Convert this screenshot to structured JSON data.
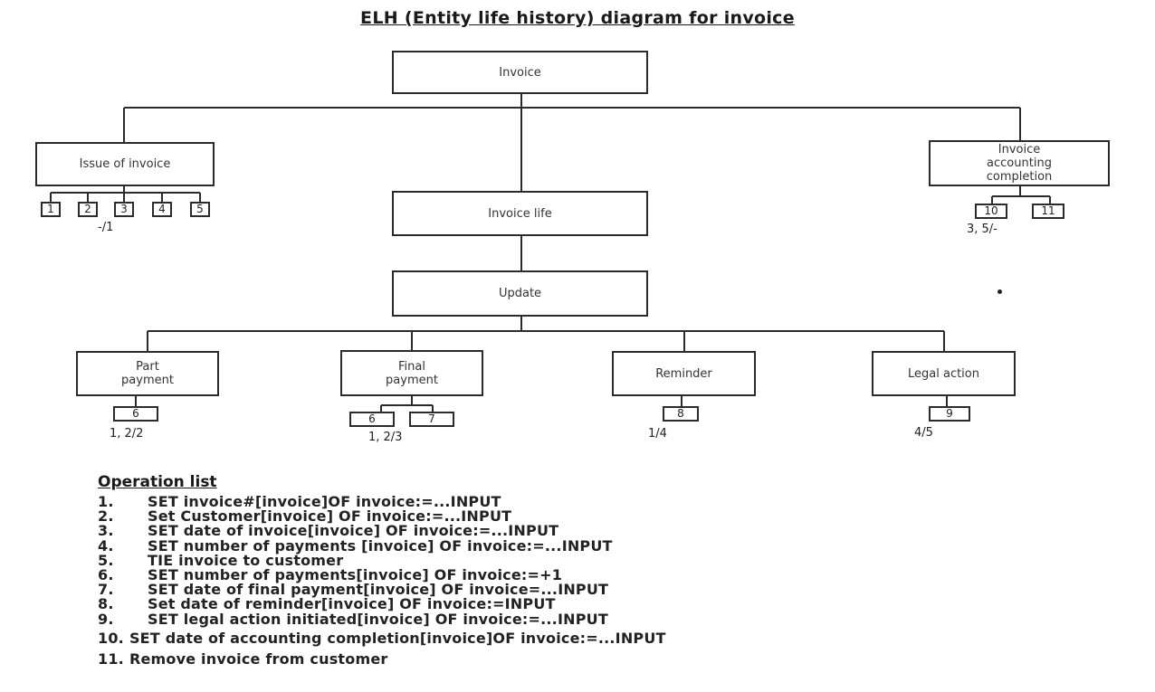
{
  "title": "ELH (Entity life history) diagram for invoice",
  "boxes": {
    "invoice": "Invoice",
    "issue": "Issue of invoice",
    "accounting": "Invoice\naccounting\ncompletion",
    "life": "Invoice life",
    "update": "Update",
    "part": "Part\npayment",
    "final": "Final\npayment",
    "reminder": "Reminder",
    "legal": "Legal action"
  },
  "op_boxes": {
    "issue": [
      "1",
      "2",
      "3",
      "4",
      "5"
    ],
    "accounting": [
      "10",
      "11"
    ],
    "part": [
      "6"
    ],
    "final": [
      "6",
      "7"
    ],
    "reminder": [
      "8"
    ],
    "legal": [
      "9"
    ]
  },
  "state_indicators": {
    "issue": "-/1",
    "accounting": "3, 5/-",
    "part": "1, 2/2",
    "final": "1, 2/3",
    "reminder": "1/4",
    "legal": "4/5"
  },
  "operation_list": {
    "title": "Operation list",
    "items": [
      {
        "num": "1.",
        "text": "SET invoice#[invoice]OF invoice:=...INPUT"
      },
      {
        "num": "2.",
        "text": "Set Customer[invoice] OF invoice:=...INPUT"
      },
      {
        "num": "3.",
        "text": "SET date of invoice[invoice] OF invoice:=...INPUT"
      },
      {
        "num": "4.",
        "text": "SET number of payments [invoice] OF invoice:=...INPUT"
      },
      {
        "num": "5.",
        "text": "TIE invoice to customer"
      },
      {
        "num": "6.",
        "text": "SET number of payments[invoice] OF invoice:=+1"
      },
      {
        "num": "7.",
        "text": "SET date of final payment[invoice] OF invoice=...INPUT"
      },
      {
        "num": "8.",
        "text": "Set date of reminder[invoice] OF invoice:=INPUT"
      },
      {
        "num": "9.",
        "text": "SET legal action initiated[invoice] OF invoice:=...INPUT"
      },
      {
        "num": "10.",
        "text": "SET date of accounting completion[invoice]OF invoice:=...INPUT"
      },
      {
        "num": "11.",
        "text": "Remove invoice from customer"
      }
    ]
  }
}
